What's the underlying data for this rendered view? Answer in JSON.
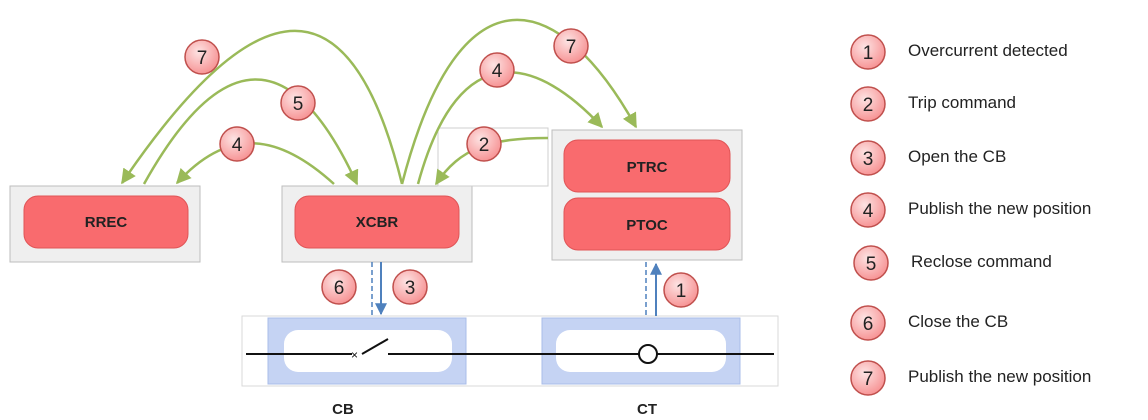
{
  "nodes": {
    "rrec": "RREC",
    "xcbr": "XCBR",
    "ptrc": "PTRC",
    "ptoc": "PTOC"
  },
  "devices": {
    "cb": "CB",
    "ct": "CT"
  },
  "steps": [
    {
      "n": "1",
      "text": "Overcurrent detected"
    },
    {
      "n": "2",
      "text": "Trip command"
    },
    {
      "n": "3",
      "text": "Open the CB"
    },
    {
      "n": "4",
      "text": "Publish the new position"
    },
    {
      "n": "5",
      "text": "Reclose command"
    },
    {
      "n": "6",
      "text": "Close the CB"
    },
    {
      "n": "7",
      "text": "Publish the new position"
    }
  ],
  "colors": {
    "node_fill": "#f96b6e",
    "panel_fill": "#efefef",
    "device_fill": "#c5d3f3",
    "arrow_green": "#9aba59",
    "arrow_blue": "#4f81bd",
    "badge_fill": "#f9a9aa",
    "badge_stroke": "#c0504d"
  }
}
